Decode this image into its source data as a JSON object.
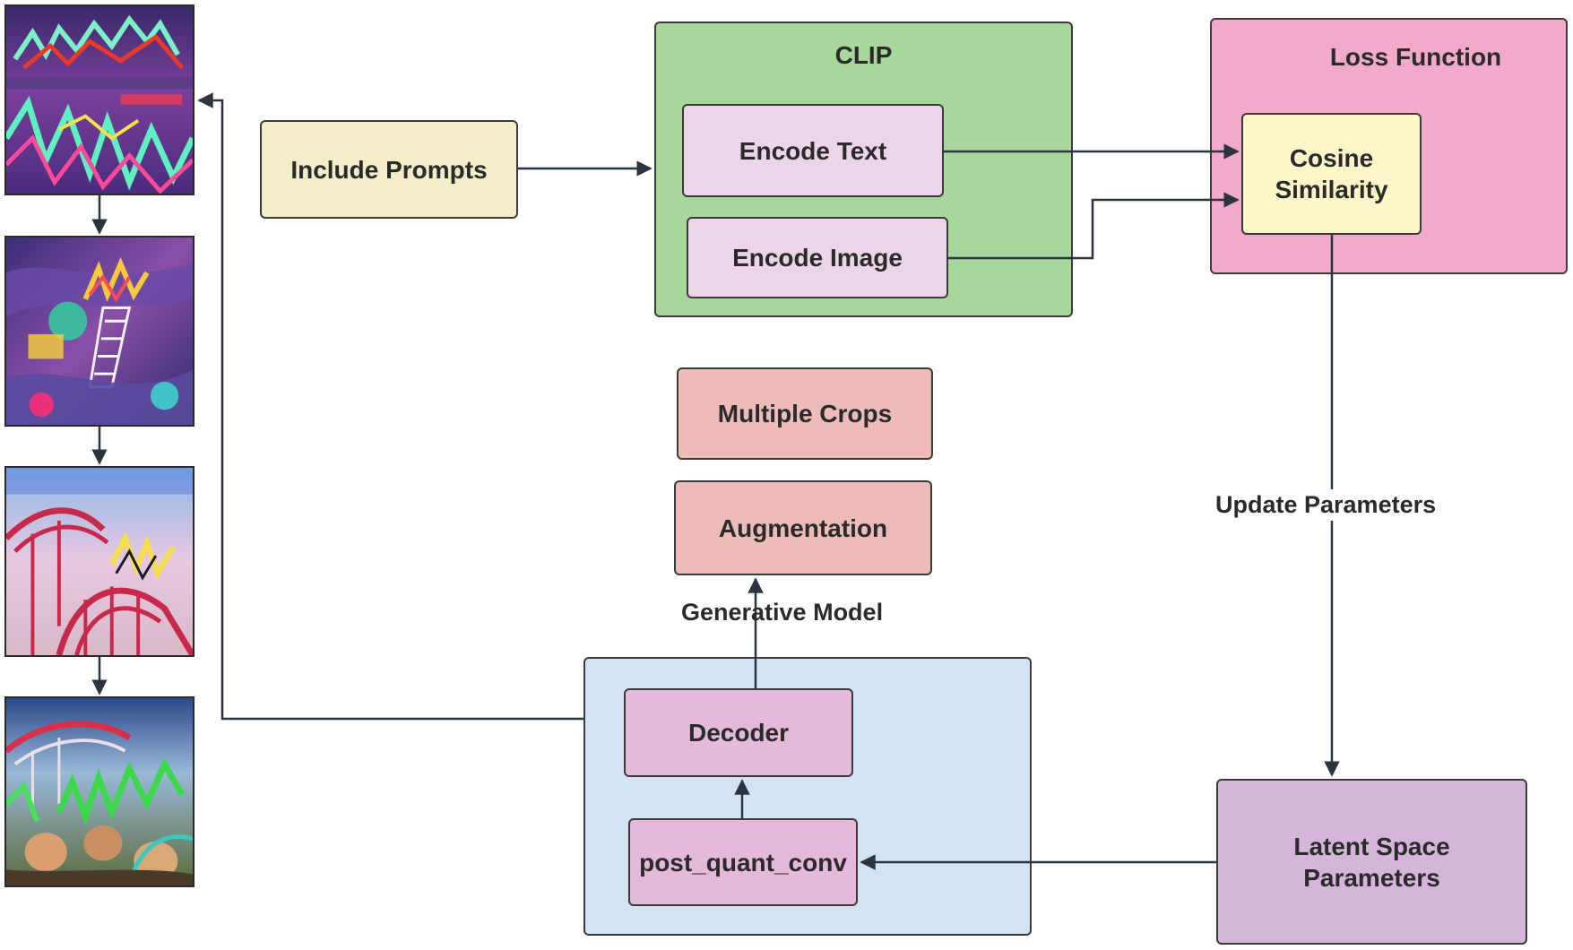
{
  "clip": {
    "title": "CLIP",
    "encode_text": "Encode Text",
    "encode_image": "Encode Image"
  },
  "include_prompts": "Include Prompts",
  "loss": {
    "title": "Loss Function",
    "cosine": "Cosine\nSimilarity"
  },
  "update_parameters": "Update Parameters",
  "latent": "Latent Space\nParameters",
  "multiple_crops": "Multiple Crops",
  "augmentation": "Augmentation",
  "generative_model": "Generative Model",
  "decoder": "Decoder",
  "post_quant_conv": "post_quant_conv",
  "colors": {
    "clip_bg": "#a9d69b",
    "loss_bg": "#f3a9c9",
    "prompt_bg": "#f4eec8",
    "encode_bg": "#ecd5e8",
    "cosine_bg": "#fbf7c8",
    "crops_bg": "#eebcb8",
    "gen_bg": "#d3e3f3",
    "decoder_bg": "#e5b9da",
    "latent_bg": "#d5b6da"
  },
  "thumbnails": [
    {
      "name": "generated-image-step-1"
    },
    {
      "name": "generated-image-step-2"
    },
    {
      "name": "generated-image-step-3"
    },
    {
      "name": "generated-image-step-4"
    }
  ]
}
